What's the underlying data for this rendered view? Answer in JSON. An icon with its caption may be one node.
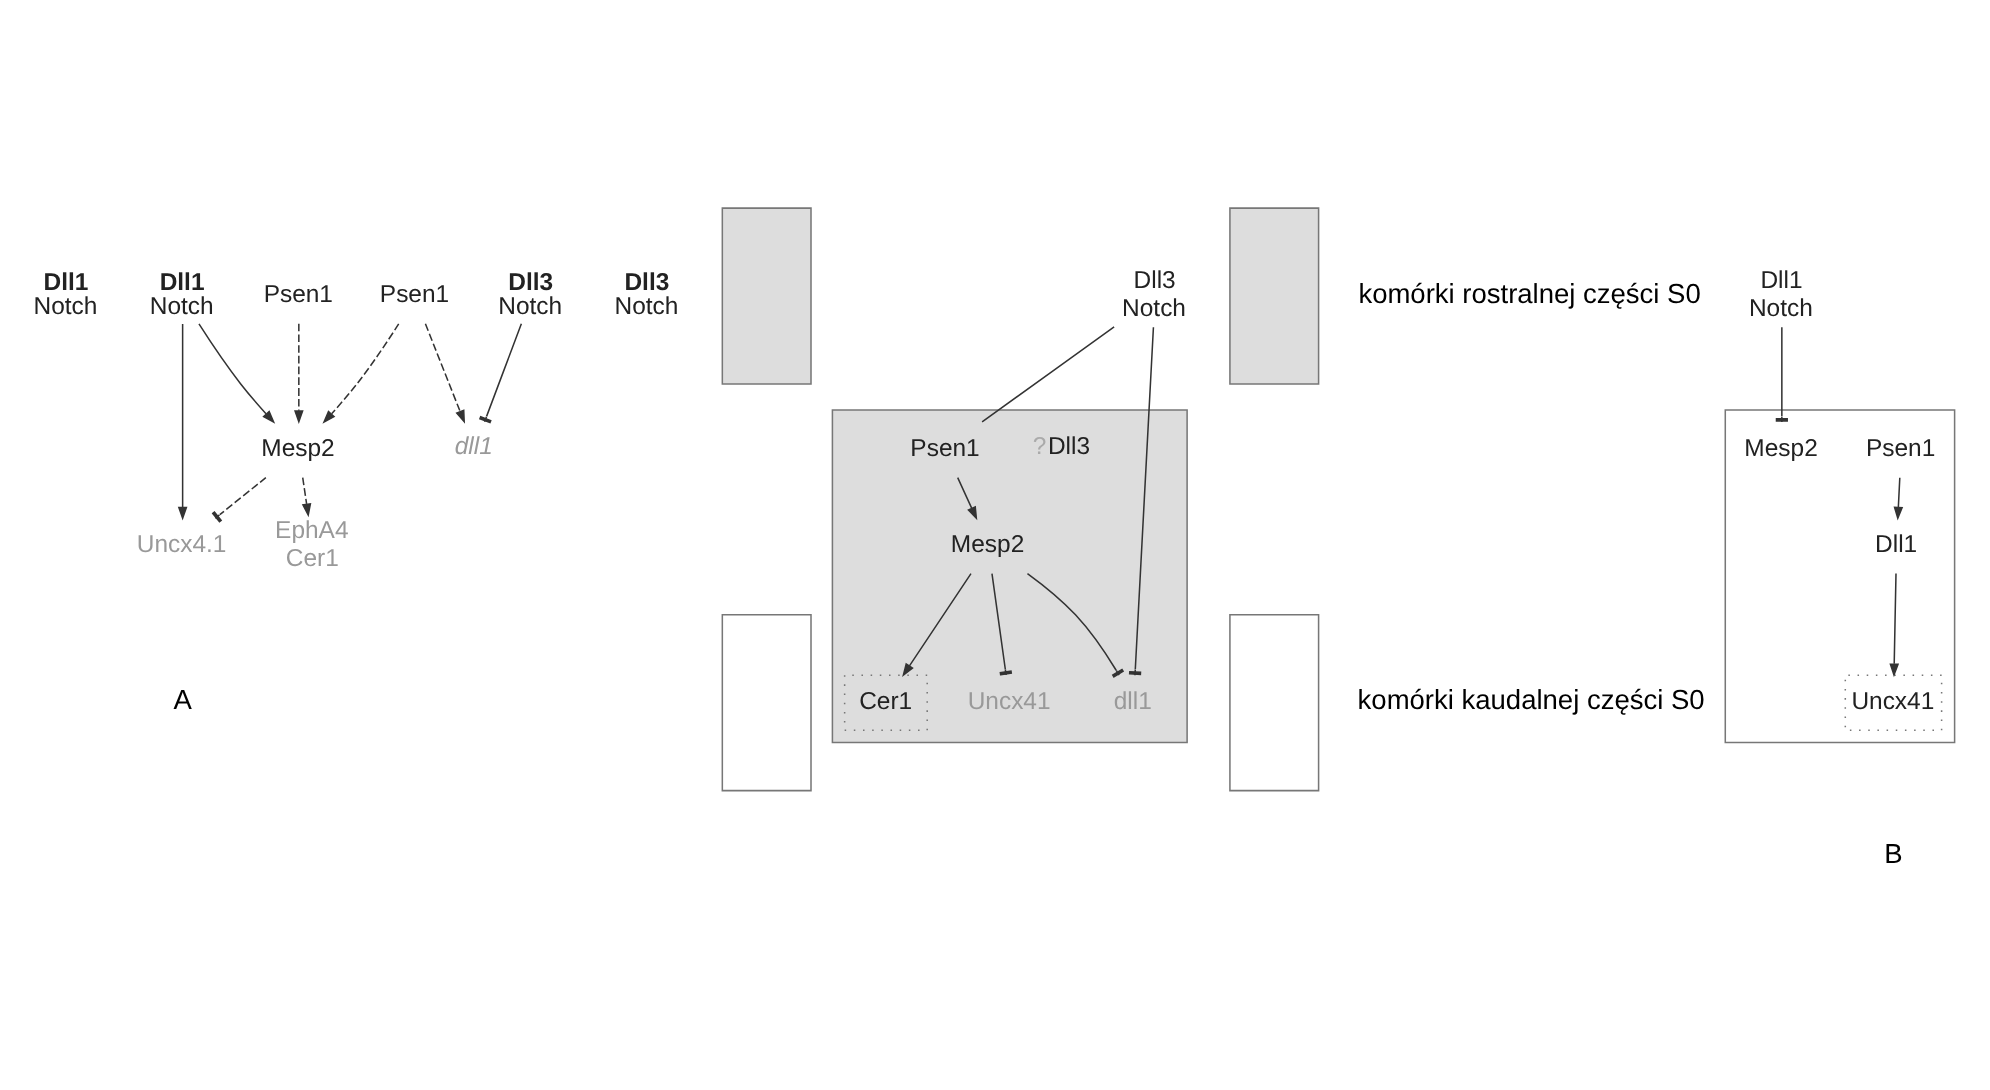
{
  "diagram": {
    "nodes": [
      {
        "text": [
          "Dll1",
          "Notch"
        ]
      },
      {
        "text": [
          "Psen1"
        ]
      },
      {
        "text": [
          "EphA4",
          "Cer1"
        ]
      },
      {
        "text": [
          "Dll3",
          "Notch"
        ]
      },
      {
        "text": [
          "Psen1"
        ]
      },
      {
        "text": [
          "Mesp2"
        ]
      },
      {
        "text": [
          "dll1"
        ]
      },
      {
        "text": [
          "Dll1",
          "Notch"
        ]
      },
      {
        "text": [
          "Uncx4.1"
        ]
      },
      {
        "text": [
          "Dll3",
          "Notch"
        ]
      },
      {
        "text": [],
        "shape": "box"
      },
      {
        "text": [],
        "shape": "box"
      },
      {
        "text": [],
        "shape": "box"
      },
      {
        "text": [
          "Dll3",
          "Notch"
        ]
      },
      {
        "text": [
          "Cer1"
        ],
        "in": 11
      },
      {
        "text": [
          "Dll3"
        ],
        "in": 11,
        "beside": [
          "?"
        ]
      },
      {
        "text": [
          "Psen1"
        ],
        "in": 11
      },
      {
        "text": [
          "Mesp2"
        ],
        "in": 11
      },
      {
        "text": [
          "dll1"
        ],
        "in": 11
      },
      {
        "text": [
          "Uncx41"
        ],
        "in": 11
      },
      {
        "text": [],
        "shape": "box"
      },
      {
        "text": [],
        "shape": "box"
      },
      {
        "text": [],
        "shape": "box"
      },
      {
        "text": [
          "Dll1",
          "Notch"
        ]
      },
      {
        "text": [
          "Psen1"
        ],
        "in": 21
      },
      {
        "text": [
          "Dll1"
        ],
        "in": 21
      },
      {
        "text": [
          "Mesp2"
        ],
        "in": 21
      },
      {
        "text": [
          "Uncx41"
        ],
        "in": 21
      }
    ],
    "edges": [
      {
        "from": 1,
        "to": 5,
        "arrow": "to",
        "style": "dashed"
      },
      {
        "from": 1,
        "to": 6,
        "arrow": "to",
        "style": "dashed"
      },
      {
        "from": 4,
        "to": 5,
        "arrow": "to",
        "style": "dashed"
      },
      {
        "from": 5,
        "to": 2,
        "arrow": "to",
        "style": "dashed"
      },
      {
        "from": 5,
        "to": 8,
        "arrow": "other",
        "style": "dashed"
      },
      {
        "from": 7,
        "to": 5,
        "arrow": "to"
      },
      {
        "from": 7,
        "to": 8,
        "arrow": "to"
      },
      {
        "from": 9,
        "to": 6,
        "arrow": "other"
      },
      {
        "from": 13,
        "to": 18,
        "arrow": "other"
      },
      {
        "from": 13,
        "to": 16,
        "arrow": "none"
      },
      {
        "from": 16,
        "to": 17,
        "arrow": "to"
      },
      {
        "from": 17,
        "to": 14,
        "arrow": "to"
      },
      {
        "from": 17,
        "to": 18,
        "arrow": "other"
      },
      {
        "from": 17,
        "to": 19,
        "arrow": "other"
      },
      {
        "from": 24,
        "to": 25,
        "arrow": "to"
      },
      {
        "from": 25,
        "to": 27,
        "arrow": "to"
      },
      {
        "from": 23,
        "to": 26,
        "arrow": "other"
      }
    ],
    "labels": [
      "komórki rostralnej części S0",
      "komórki kaudalnej części S0",
      "A",
      "B"
    ]
  }
}
